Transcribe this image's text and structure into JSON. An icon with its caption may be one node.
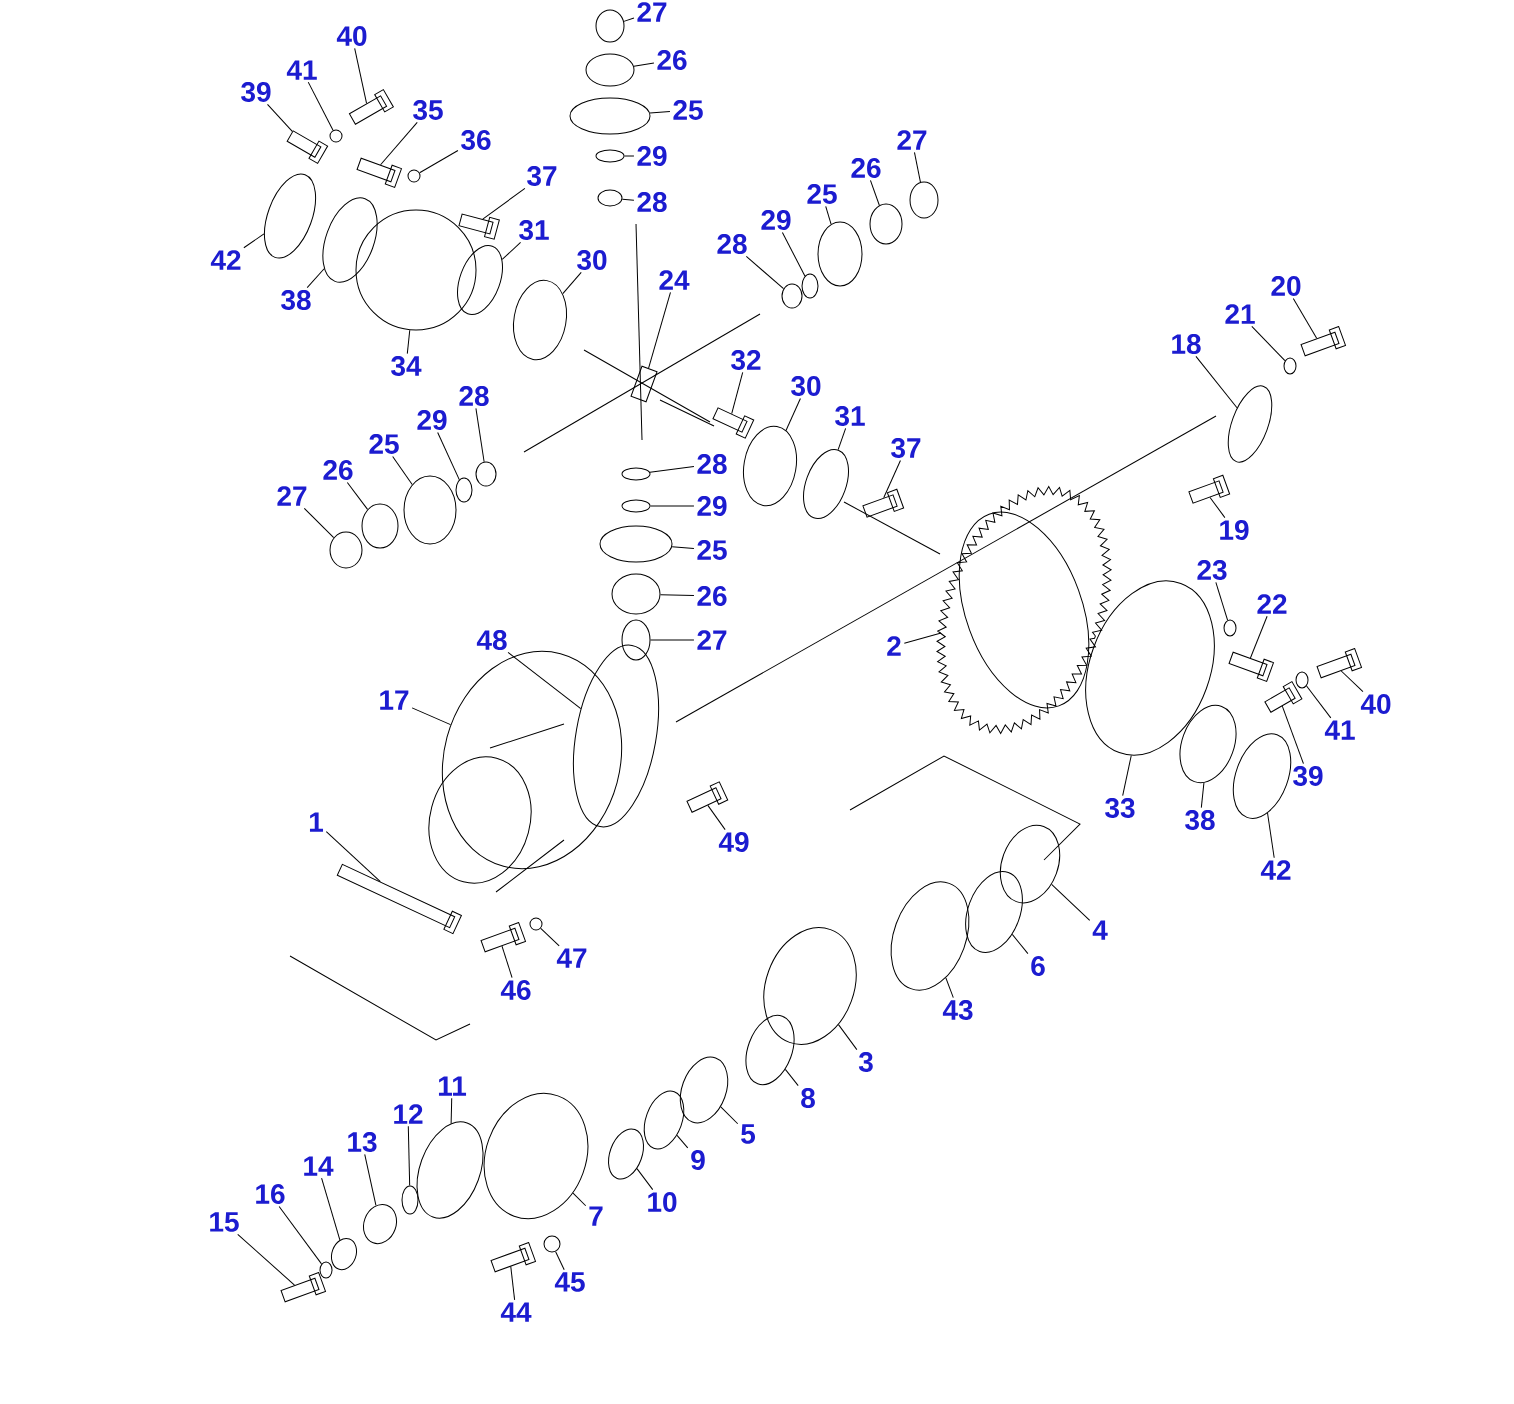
{
  "diagram": {
    "nodes": [
      {
        "text": [
          "27"
        ]
      },
      {
        "text": [
          "26"
        ]
      },
      {
        "text": [
          "25"
        ]
      },
      {
        "text": [
          "29"
        ]
      },
      {
        "text": [
          "28"
        ]
      },
      {
        "text": [
          "40"
        ]
      },
      {
        "text": [
          "41"
        ]
      },
      {
        "text": [
          "39"
        ]
      },
      {
        "text": [
          "35"
        ]
      },
      {
        "text": [
          "36"
        ]
      },
      {
        "text": [
          "42"
        ]
      },
      {
        "text": [
          "37"
        ]
      },
      {
        "text": [
          "31"
        ]
      },
      {
        "text": [
          "30"
        ]
      },
      {
        "text": [
          "38"
        ]
      },
      {
        "text": [
          "24"
        ]
      },
      {
        "text": [
          "28"
        ]
      },
      {
        "text": [
          "29"
        ]
      },
      {
        "text": [
          "25"
        ]
      },
      {
        "text": [
          "26"
        ]
      },
      {
        "text": [
          "27"
        ]
      },
      {
        "text": [
          "34"
        ]
      },
      {
        "text": [
          "32"
        ]
      },
      {
        "text": [
          "18"
        ]
      },
      {
        "text": [
          "21"
        ]
      },
      {
        "text": [
          "20"
        ]
      },
      {
        "text": [
          "30"
        ]
      },
      {
        "text": [
          "31"
        ]
      },
      {
        "text": [
          "37"
        ]
      },
      {
        "text": [
          "28"
        ]
      },
      {
        "text": [
          "29"
        ]
      },
      {
        "text": [
          "25"
        ]
      },
      {
        "text": [
          "26"
        ]
      },
      {
        "text": [
          "27"
        ]
      },
      {
        "text": [
          "28"
        ]
      },
      {
        "text": [
          "29"
        ]
      },
      {
        "text": [
          "25"
        ]
      },
      {
        "text": [
          "26"
        ]
      },
      {
        "text": [
          "27"
        ]
      },
      {
        "text": [
          "19"
        ]
      },
      {
        "text": [
          "23"
        ]
      },
      {
        "text": [
          "22"
        ]
      },
      {
        "text": [
          "48"
        ]
      },
      {
        "text": [
          "17"
        ]
      },
      {
        "text": [
          "2"
        ]
      },
      {
        "text": [
          "40"
        ]
      },
      {
        "text": [
          "41"
        ]
      },
      {
        "text": [
          "39"
        ]
      },
      {
        "text": [
          "33"
        ]
      },
      {
        "text": [
          "38"
        ]
      },
      {
        "text": [
          "42"
        ]
      },
      {
        "text": [
          "1"
        ]
      },
      {
        "text": [
          "49"
        ]
      },
      {
        "text": [
          "4"
        ]
      },
      {
        "text": [
          "6"
        ]
      },
      {
        "text": [
          "47"
        ]
      },
      {
        "text": [
          "46"
        ]
      },
      {
        "text": [
          "43"
        ]
      },
      {
        "text": [
          "3"
        ]
      },
      {
        "text": [
          "8"
        ]
      },
      {
        "text": [
          "11"
        ]
      },
      {
        "text": [
          "5"
        ]
      },
      {
        "text": [
          "12"
        ]
      },
      {
        "text": [
          "13"
        ]
      },
      {
        "text": [
          "9"
        ]
      },
      {
        "text": [
          "14"
        ]
      },
      {
        "text": [
          "10"
        ]
      },
      {
        "text": [
          "16"
        ]
      },
      {
        "text": [
          "7"
        ]
      },
      {
        "text": [
          "15"
        ]
      },
      {
        "text": [
          "45"
        ]
      },
      {
        "text": [
          "44"
        ]
      },
      {
        "text": [],
        "shape": "ellipse"
      },
      {
        "text": [],
        "shape": "ellipse"
      },
      {
        "text": [],
        "shape": "ellipse"
      },
      {
        "text": [],
        "shape": "ellipse"
      },
      {
        "text": [],
        "shape": "ellipse"
      },
      {
        "text": [],
        "shape": "bolt"
      },
      {
        "text": [],
        "shape": "ellipse"
      },
      {
        "text": [],
        "shape": "bolt"
      },
      {
        "text": [],
        "shape": "bolt"
      },
      {
        "text": [],
        "shape": "ellipse"
      },
      {
        "text": [],
        "shape": "ellipse"
      },
      {
        "text": [],
        "shape": "bolt"
      },
      {
        "text": [],
        "shape": "ellipse"
      },
      {
        "text": [],
        "shape": "ellipse"
      },
      {
        "text": [],
        "shape": "ellipse"
      },
      {
        "text": [],
        "shape": "box"
      },
      {
        "text": [],
        "shape": "ellipse"
      },
      {
        "text": [],
        "shape": "ellipse"
      },
      {
        "text": [],
        "shape": "ellipse"
      },
      {
        "text": [],
        "shape": "ellipse"
      },
      {
        "text": [],
        "shape": "ellipse"
      },
      {
        "text": [],
        "shape": "ellipse"
      },
      {
        "text": [],
        "shape": "bolt"
      },
      {
        "text": [],
        "shape": "ellipse"
      },
      {
        "text": [],
        "shape": "ellipse"
      },
      {
        "text": [],
        "shape": "bolt"
      },
      {
        "text": [],
        "shape": "ellipse"
      },
      {
        "text": [],
        "shape": "ellipse"
      },
      {
        "text": [],
        "shape": "bolt"
      },
      {
        "text": [],
        "shape": "ellipse"
      },
      {
        "text": [],
        "shape": "ellipse"
      },
      {
        "text": [],
        "shape": "ellipse"
      },
      {
        "text": [],
        "shape": "ellipse"
      },
      {
        "text": [],
        "shape": "ellipse"
      },
      {
        "text": [],
        "shape": "ellipse"
      },
      {
        "text": [],
        "shape": "ellipse"
      },
      {
        "text": [],
        "shape": "ellipse"
      },
      {
        "text": [],
        "shape": "ellipse"
      },
      {
        "text": [],
        "shape": "ellipse"
      },
      {
        "text": [],
        "shape": "bolt"
      },
      {
        "text": [],
        "shape": "ellipse"
      },
      {
        "text": [],
        "shape": "bolt"
      },
      {
        "text": [],
        "shape": "ellipse"
      },
      {
        "text": [],
        "shape": "ellipse"
      },
      {
        "text": [],
        "shape": "gear"
      },
      {
        "text": [],
        "shape": "bolt"
      },
      {
        "text": [],
        "shape": "ellipse"
      },
      {
        "text": [],
        "shape": "bolt"
      },
      {
        "text": [],
        "shape": "ellipse"
      },
      {
        "text": [],
        "shape": "ellipse"
      },
      {
        "text": [],
        "shape": "ellipse"
      },
      {
        "text": [],
        "shape": "bolt"
      },
      {
        "text": [],
        "shape": "bolt"
      },
      {
        "text": [],
        "shape": "ellipse"
      },
      {
        "text": [],
        "shape": "ellipse"
      },
      {
        "text": [],
        "shape": "ellipse"
      },
      {
        "text": [],
        "shape": "bolt"
      },
      {
        "text": [],
        "shape": "ellipse"
      },
      {
        "text": [],
        "shape": "ellipse"
      },
      {
        "text": [],
        "shape": "ellipse"
      },
      {
        "text": [],
        "shape": "ellipse"
      },
      {
        "text": [],
        "shape": "ellipse"
      },
      {
        "text": [],
        "shape": "ellipse"
      },
      {
        "text": [],
        "shape": "ellipse"
      },
      {
        "text": [],
        "shape": "ellipse"
      },
      {
        "text": [],
        "shape": "ellipse"
      },
      {
        "text": [],
        "shape": "ellipse"
      },
      {
        "text": [],
        "shape": "ellipse"
      },
      {
        "text": [],
        "shape": "ellipse"
      },
      {
        "text": [],
        "shape": "bolt"
      },
      {
        "text": [],
        "shape": "ellipse"
      },
      {
        "text": [],
        "shape": "bolt"
      }
    ],
    "edges": [
      {
        "from": 0,
        "to": 72,
        "arrow": "none"
      },
      {
        "from": 1,
        "to": 73,
        "arrow": "none"
      },
      {
        "from": 2,
        "to": 74,
        "arrow": "none"
      },
      {
        "from": 3,
        "to": 75,
        "arrow": "none"
      },
      {
        "from": 4,
        "to": 76,
        "arrow": "none"
      },
      {
        "from": 5,
        "to": 77,
        "arrow": "none"
      },
      {
        "from": 6,
        "to": 78,
        "arrow": "none"
      },
      {
        "from": 7,
        "to": 79,
        "arrow": "none"
      },
      {
        "from": 8,
        "to": 80,
        "arrow": "none"
      },
      {
        "from": 9,
        "to": 81,
        "arrow": "none"
      },
      {
        "from": 10,
        "to": 82,
        "arrow": "none"
      },
      {
        "from": 11,
        "to": 83,
        "arrow": "none"
      },
      {
        "from": 12,
        "to": 84,
        "arrow": "none"
      },
      {
        "from": 13,
        "to": 85,
        "arrow": "none"
      },
      {
        "from": 14,
        "to": 86,
        "arrow": "none"
      },
      {
        "from": 15,
        "to": 87,
        "arrow": "none"
      },
      {
        "from": 16,
        "to": 88,
        "arrow": "none"
      },
      {
        "from": 17,
        "to": 89,
        "arrow": "none"
      },
      {
        "from": 18,
        "to": 90,
        "arrow": "none"
      },
      {
        "from": 19,
        "to": 91,
        "arrow": "none"
      },
      {
        "from": 20,
        "to": 92,
        "arrow": "none"
      },
      {
        "from": 21,
        "to": 93,
        "arrow": "none"
      },
      {
        "from": 22,
        "to": 94,
        "arrow": "none"
      },
      {
        "from": 23,
        "to": 95,
        "arrow": "none"
      },
      {
        "from": 24,
        "to": 96,
        "arrow": "none"
      },
      {
        "from": 25,
        "to": 97,
        "arrow": "none"
      },
      {
        "from": 26,
        "to": 98,
        "arrow": "none"
      },
      {
        "from": 27,
        "to": 99,
        "arrow": "none"
      },
      {
        "from": 28,
        "to": 100,
        "arrow": "none"
      },
      {
        "from": 29,
        "to": 101,
        "arrow": "none"
      },
      {
        "from": 30,
        "to": 102,
        "arrow": "none"
      },
      {
        "from": 31,
        "to": 103,
        "arrow": "none"
      },
      {
        "from": 32,
        "to": 104,
        "arrow": "none"
      },
      {
        "from": 33,
        "to": 105,
        "arrow": "none"
      },
      {
        "from": 34,
        "to": 106,
        "arrow": "none"
      },
      {
        "from": 35,
        "to": 107,
        "arrow": "none"
      },
      {
        "from": 36,
        "to": 108,
        "arrow": "none"
      },
      {
        "from": 37,
        "to": 109,
        "arrow": "none"
      },
      {
        "from": 38,
        "to": 110,
        "arrow": "none"
      },
      {
        "from": 39,
        "to": 111,
        "arrow": "none"
      },
      {
        "from": 40,
        "to": 112,
        "arrow": "none"
      },
      {
        "from": 41,
        "to": 113,
        "arrow": "none"
      },
      {
        "from": 42,
        "to": 114,
        "arrow": "none"
      },
      {
        "from": 43,
        "to": 115,
        "arrow": "none"
      },
      {
        "from": 44,
        "to": 116,
        "arrow": "none"
      },
      {
        "from": 45,
        "to": 117,
        "arrow": "none"
      },
      {
        "from": 46,
        "to": 118,
        "arrow": "none"
      },
      {
        "from": 47,
        "to": 119,
        "arrow": "none"
      },
      {
        "from": 48,
        "to": 120,
        "arrow": "none"
      },
      {
        "from": 49,
        "to": 121,
        "arrow": "none"
      },
      {
        "from": 50,
        "to": 122,
        "arrow": "none"
      },
      {
        "from": 51,
        "to": 123,
        "arrow": "none"
      },
      {
        "from": 52,
        "to": 124,
        "arrow": "none"
      },
      {
        "from": 53,
        "to": 125,
        "arrow": "none"
      },
      {
        "from": 54,
        "to": 126,
        "arrow": "none"
      },
      {
        "from": 55,
        "to": 127,
        "arrow": "none"
      },
      {
        "from": 56,
        "to": 128,
        "arrow": "none"
      },
      {
        "from": 57,
        "to": 129,
        "arrow": "none"
      },
      {
        "from": 58,
        "to": 130,
        "arrow": "none"
      },
      {
        "from": 59,
        "to": 131,
        "arrow": "none"
      },
      {
        "from": 60,
        "to": 132,
        "arrow": "none"
      },
      {
        "from": 61,
        "to": 133,
        "arrow": "none"
      },
      {
        "from": 62,
        "to": 134,
        "arrow": "none"
      },
      {
        "from": 63,
        "to": 135,
        "arrow": "none"
      },
      {
        "from": 64,
        "to": 136,
        "arrow": "none"
      },
      {
        "from": 65,
        "to": 137,
        "arrow": "none"
      },
      {
        "from": 66,
        "to": 138,
        "arrow": "none"
      },
      {
        "from": 67,
        "to": 139,
        "arrow": "none"
      },
      {
        "from": 68,
        "to": 140,
        "arrow": "none"
      },
      {
        "from": 69,
        "to": 141,
        "arrow": "none"
      },
      {
        "from": 70,
        "to": 142,
        "arrow": "none"
      },
      {
        "from": 71,
        "to": 143,
        "arrow": "none"
      }
    ]
  }
}
